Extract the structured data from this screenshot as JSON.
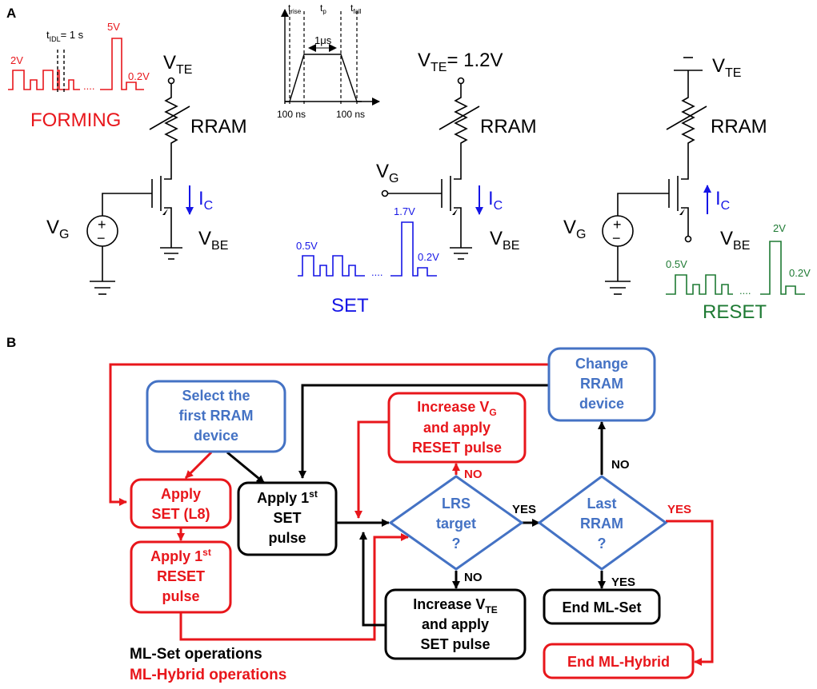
{
  "panel_a": {
    "label": "A",
    "forming": {
      "title": "FORMING",
      "v_start": "2V",
      "v_peak": "5V",
      "v_read": "0.2V",
      "t_idl_prefix": "t",
      "t_idl_sub": "IDL",
      "t_idl_value": "= 1 s",
      "dots": "....",
      "vte_main": "V",
      "vte_sub": "TE",
      "rram": "RRAM",
      "vg_main": "V",
      "vg_sub": "G",
      "ic_main": "I",
      "ic_sub": "C",
      "vbe_main": "V",
      "vbe_sub": "BE",
      "plus": "+",
      "minus": "−"
    },
    "timing": {
      "t_rise_main": "t",
      "t_rise_sub": "rise",
      "t_p_main": "t",
      "t_p_sub": "p",
      "t_fall_main": "t",
      "t_fall_sub": "fall",
      "width": "1μs",
      "rise_time": "100 ns",
      "fall_time": "100 ns"
    },
    "set": {
      "title": "SET",
      "vte_label": "V",
      "vte_sub": "TE",
      "vte_value": "= 1.2V",
      "rram": "RRAM",
      "vg_main": "V",
      "vg_sub": "G",
      "ic_main": "I",
      "ic_sub": "C",
      "vbe_main": "V",
      "vbe_sub": "BE",
      "v_start": "0.5V",
      "v_peak": "1.7V",
      "v_read": "0.2V",
      "dots": "...."
    },
    "reset": {
      "title": "RESET",
      "vte_main": "V",
      "vte_sub": "TE",
      "rram": "RRAM",
      "vg_main": "V",
      "vg_sub": "G",
      "ic_main": "I",
      "ic_sub": "C",
      "vbe_main": "V",
      "vbe_sub": "BE",
      "v_start": "0.5V",
      "v_peak": "2V",
      "v_read": "0.2V",
      "dots": "....",
      "plus": "+",
      "minus": "−"
    }
  },
  "panel_b": {
    "label": "B",
    "select_first": [
      "Select the",
      "first RRAM",
      "device"
    ],
    "apply_set_l8": [
      "Apply",
      "SET (L8)"
    ],
    "apply_first_reset": {
      "line1_main": "Apply 1",
      "line1_sup": "st",
      "line2": "RESET",
      "line3": "pulse"
    },
    "apply_first_set": {
      "line1_main": "Apply 1",
      "line1_sup": "st",
      "line2": "SET",
      "line3": "pulse"
    },
    "increase_vg": {
      "line1_main": "Increase V",
      "line1_sub": "G",
      "line2": "and apply",
      "line3": "RESET pulse"
    },
    "lrs_target": [
      "LRS",
      "target",
      "?"
    ],
    "increase_vte": {
      "line1_main": "Increase V",
      "line1_sub": "TE",
      "line2": "and apply",
      "line3": "SET pulse"
    },
    "change_rram": [
      "Change",
      "RRAM",
      "device"
    ],
    "last_rram": [
      "Last",
      "RRAM",
      "?"
    ],
    "end_ml_set": "End ML-Set",
    "end_ml_hybrid": "End ML-Hybrid",
    "yes": "YES",
    "no": "NO",
    "legend_set": "ML-Set operations",
    "legend_hybrid": "ML-Hybrid operations"
  },
  "colors": {
    "red": "#e8161b",
    "blue": "#1515e6",
    "green": "#1e7a33",
    "steel": "#4472c4",
    "black": "#000000"
  }
}
